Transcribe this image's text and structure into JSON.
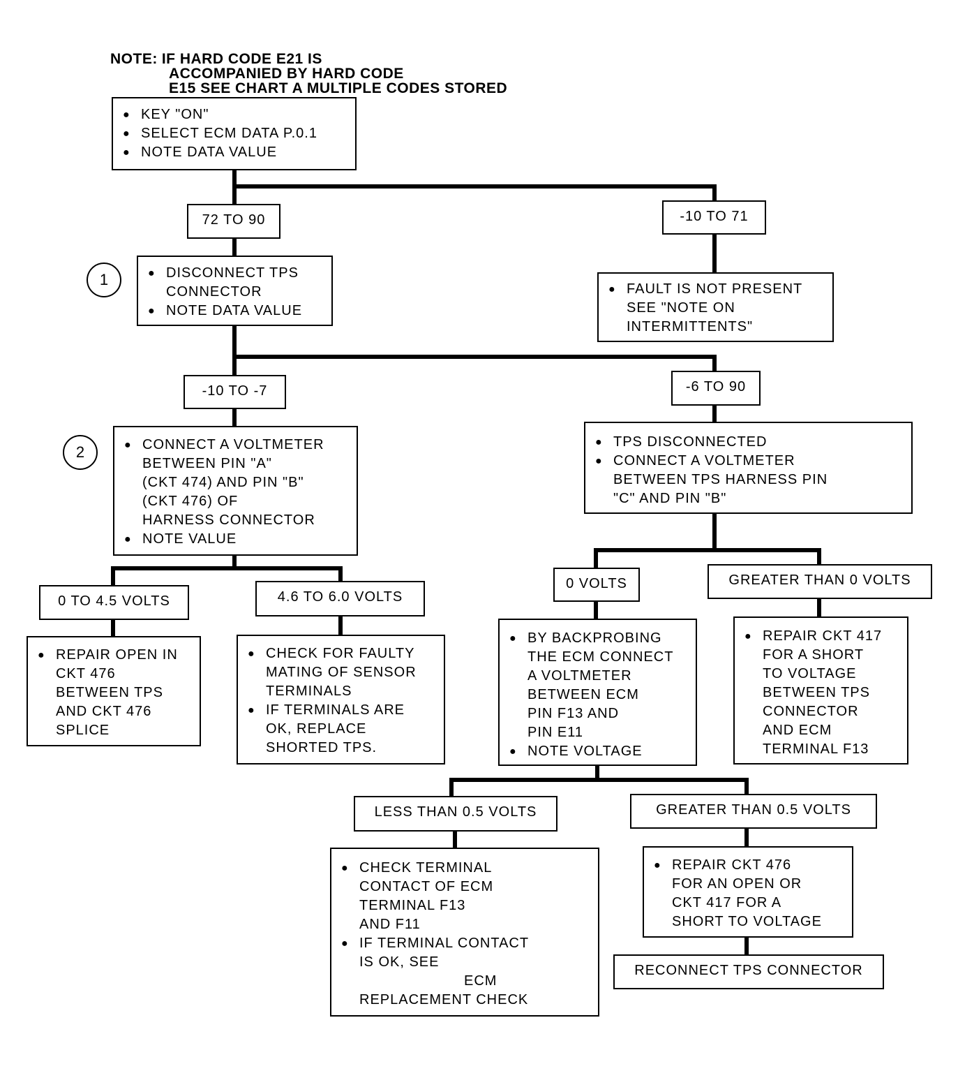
{
  "note": {
    "prefix": "NOTE:",
    "lines": [
      "IF HARD CODE E21 IS",
      "ACCOMPANIED BY HARD CODE",
      "E15 SEE CHART A MULTIPLE CODES STORED"
    ]
  },
  "start": [
    "KEY \"ON\"",
    "SELECT ECM DATA P.0.1",
    "NOTE DATA VALUE"
  ],
  "range_72_90": "72 TO 90",
  "range_neg10_71": "-10 TO 71",
  "fault_not_present": [
    "FAULT IS NOT PRESENT",
    "SEE \"NOTE ON",
    "INTERMITTENTS\""
  ],
  "step1": {
    "num": "1",
    "lines": [
      "DISCONNECT TPS",
      "CONNECTOR"
    ],
    "note": "NOTE DATA VALUE"
  },
  "range_neg10_neg7": "-10 TO -7",
  "range_neg6_90": "-6 TO 90",
  "step2": {
    "num": "2",
    "lines": [
      "CONNECT A VOLTMETER",
      "BETWEEN PIN \"A\"",
      "(CKT 474) AND PIN \"B\"",
      "(CKT 476) OF",
      "HARNESS CONNECTOR"
    ],
    "note": "NOTE VALUE"
  },
  "tps_disc": {
    "first": "TPS DISCONNECTED",
    "lines": [
      "CONNECT A VOLTMETER",
      "BETWEEN TPS HARNESS PIN",
      "\"C\" AND PIN \"B\""
    ]
  },
  "v_0_45": "0 TO 4.5 VOLTS",
  "v_46_60": "4.6 TO 6.0 VOLTS",
  "v_0": "0 VOLTS",
  "v_gt0": "GREATER THAN 0 VOLTS",
  "repair_open": [
    "REPAIR OPEN IN",
    "CKT 476",
    "BETWEEN TPS",
    "AND CKT 476",
    "SPLICE"
  ],
  "check_mating": {
    "a": [
      "CHECK FOR FAULTY",
      "MATING OF SENSOR",
      "TERMINALS"
    ],
    "b": [
      "IF TERMINALS ARE",
      "OK, REPLACE",
      "SHORTED TPS."
    ]
  },
  "backprobe": {
    "lines": [
      "BY BACKPROBING",
      "THE ECM CONNECT",
      "A VOLTMETER",
      "BETWEEN ECM",
      "PIN F13 AND",
      "PIN E11"
    ],
    "note": "NOTE VOLTAGE"
  },
  "repair_417": [
    "REPAIR CKT 417",
    "FOR A SHORT",
    "TO VOLTAGE",
    "BETWEEN TPS",
    "CONNECTOR",
    "AND ECM",
    "TERMINAL F13"
  ],
  "v_lt05": "LESS THAN 0.5 VOLTS",
  "v_gt05": "GREATER THAN 0.5 VOLTS",
  "check_terminal": {
    "a": [
      "CHECK TERMINAL",
      "CONTACT OF ECM",
      "TERMINAL F13",
      "AND F11"
    ],
    "b": [
      "IF TERMINAL CONTACT",
      "IS OK, SEE"
    ],
    "b_indent": "ECM",
    "b_last": "REPLACEMENT CHECK"
  },
  "repair_476": [
    "REPAIR CKT 476",
    "FOR AN OPEN OR",
    "CKT 417 FOR A",
    "SHORT TO VOLTAGE"
  ],
  "reconnect": "RECONNECT TPS CONNECTOR"
}
